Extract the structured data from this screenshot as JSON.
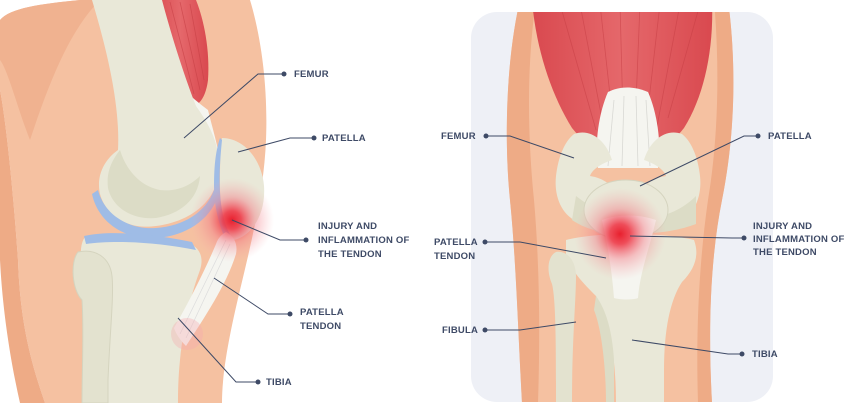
{
  "side_view": {
    "labels": {
      "femur": "FEMUR",
      "patella": "PATELLA",
      "injury_line1": "INJURY AND",
      "injury_line2": "INFLAMMATION OF",
      "injury_line3": "THE TENDON",
      "patella_tendon_line1": "PATELLA",
      "patella_tendon_line2": "TENDON",
      "tibia": "TIBIA"
    }
  },
  "front_view": {
    "labels": {
      "femur": "FEMUR",
      "patella": "PATELLA",
      "patella_tendon_line1": "PATELLA",
      "patella_tendon_line2": "TENDON",
      "injury_line1": "INJURY AND",
      "injury_line2": "INFLAMMATION OF",
      "injury_line3": "THE TENDON",
      "fibula": "FIBULA",
      "tibia": "TIBIA"
    }
  },
  "colors": {
    "skin": "#f5c1a1",
    "skin_dark": "#eeab86",
    "bone": "#e9e8d8",
    "bone_shade": "#dcdcc6",
    "cartilage": "#9fbce6",
    "muscle": "#de5b5f",
    "tendon": "#f5f5f0",
    "injury": "#e8202e",
    "label": "#3e4a66",
    "panel_bg": "#eef0f6"
  }
}
